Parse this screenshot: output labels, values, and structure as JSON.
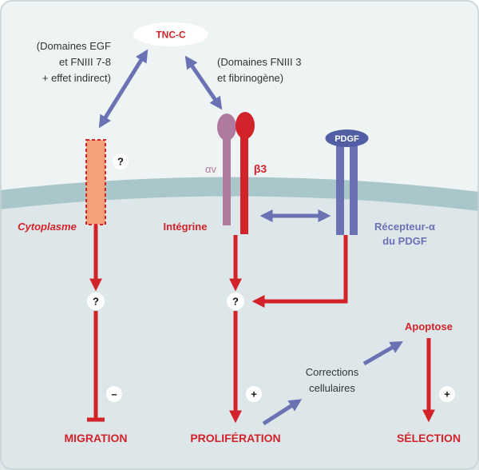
{
  "ligand": {
    "label": "TNC-C"
  },
  "annotations": {
    "egf_domains": [
      "(Domaines EGF",
      "et FNIII 7-8",
      "+ effet indirect)"
    ],
    "fniii_domains": [
      "(Domaines FNIII 3",
      "et fibrinogène)"
    ]
  },
  "cytoplasm_receptor": {
    "label": "Cytoplasme",
    "unknown_marker": "?"
  },
  "integrin": {
    "label": "Intégrine",
    "alpha_subunit": "αv",
    "beta_subunit": "β3"
  },
  "pdgf_receptor": {
    "ligand_badge": "PDGF",
    "label": [
      "Récepteur-α",
      "du PDGF"
    ]
  },
  "pathway": {
    "migration_unknown": "?",
    "integrin_unknown": "?",
    "migration_effect": "–",
    "proliferation_effect": "+",
    "selection_effect": "+",
    "corrections": [
      "Corrections",
      "cellulaires"
    ],
    "apoptosis": "Apoptose"
  },
  "outcomes": {
    "migration": "MIGRATION",
    "proliferation": "PROLIFÉRATION",
    "selection": "SÉLECTION"
  },
  "colors": {
    "red": "#d2232a",
    "blue": "#6a72b4",
    "mauve": "#b07a9f",
    "orange": "#f4a07a",
    "membrane": "#a9c7cb",
    "cytoplasm": "#dde7ea",
    "extracellular": "#eef3f4",
    "badge": "#525ea4"
  }
}
